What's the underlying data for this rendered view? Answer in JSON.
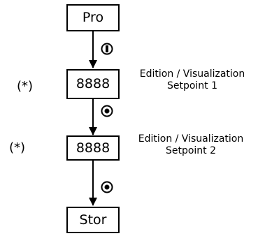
{
  "diagram": {
    "nodes": [
      {
        "id": "pro",
        "label": "Pro"
      },
      {
        "id": "setpoint1",
        "label": "8888",
        "marker": "(*)",
        "description": [
          "Edition / Visualization",
          "Setpoint 1"
        ]
      },
      {
        "id": "setpoint2",
        "label": "8888",
        "marker": "(*)",
        "description": [
          "Edition / Visualization",
          "Setpoint 2"
        ]
      },
      {
        "id": "stor",
        "label": "Stor"
      }
    ],
    "transitions": [
      {
        "from": "pro",
        "to": "setpoint1",
        "key_icon": "power-key-icon"
      },
      {
        "from": "setpoint1",
        "to": "setpoint2",
        "key_icon": "set-key-icon"
      },
      {
        "from": "setpoint2",
        "to": "stor",
        "key_icon": "set-key-icon"
      }
    ]
  }
}
